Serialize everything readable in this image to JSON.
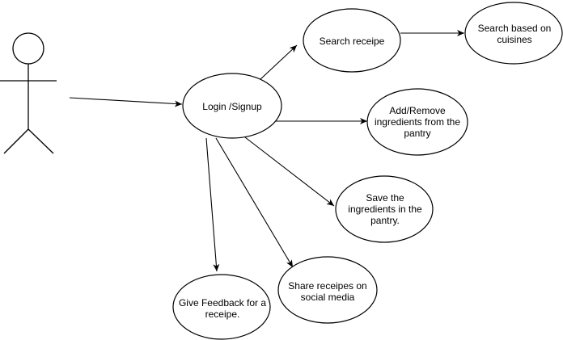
{
  "diagram": {
    "actor": {
      "label": ""
    },
    "nodes": {
      "login": {
        "label": "Login /Signup"
      },
      "search": {
        "label": "Search receipe"
      },
      "cuisines": {
        "label": "Search based on cuisines"
      },
      "pantry_edit": {
        "label": "Add/Remove ingredients from the pantry"
      },
      "pantry_save": {
        "label": "Save the ingredients in the pantry."
      },
      "share": {
        "label": "Share receipes on social media"
      },
      "feedback": {
        "label": "Give Feedback for a receipe."
      }
    },
    "edges": [
      {
        "from": "actor",
        "to": "login"
      },
      {
        "from": "login",
        "to": "search"
      },
      {
        "from": "search",
        "to": "cuisines"
      },
      {
        "from": "login",
        "to": "pantry_edit"
      },
      {
        "from": "login",
        "to": "pantry_save"
      },
      {
        "from": "login",
        "to": "share"
      },
      {
        "from": "login",
        "to": "feedback"
      }
    ]
  }
}
